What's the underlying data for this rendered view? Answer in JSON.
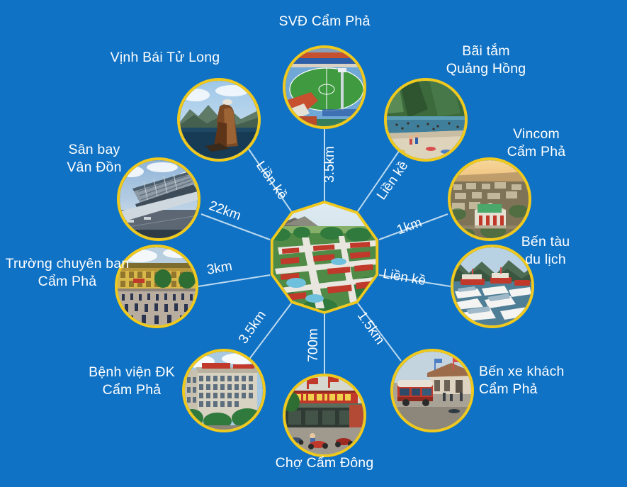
{
  "theme": {
    "background": "#1072C4",
    "ring": "#F0C91E",
    "line": "#BBD9F0",
    "text": "#FFFFFF"
  },
  "center": {
    "name": "central-project",
    "icon": "aerial-masterplan-image",
    "label": ""
  },
  "places": [
    {
      "id": "svd-cam-pha",
      "label": "SVĐ Cẩm Phả",
      "distance": "3.5km",
      "icon": "stadium-photo"
    },
    {
      "id": "vinh-bai-tu-long",
      "label": "Vịnh Bái Tử Long",
      "distance": "Liền kề",
      "icon": "bay-rock-photo"
    },
    {
      "id": "bai-tam-quang-hong",
      "label": "Bãi tắm\nQuảng Hồng",
      "distance": "Liền kề",
      "icon": "beach-photo"
    },
    {
      "id": "vincom-cam-pha",
      "label": "Vincom\nCẩm Phả",
      "distance": "1km",
      "icon": "shopping-mall-aerial-photo"
    },
    {
      "id": "san-bay-van-don",
      "label": "Sân bay\nVân Đồn",
      "distance": "22km",
      "icon": "airport-terminal-photo"
    },
    {
      "id": "ben-tau-du-lich",
      "label": "Bến tàu\ndu lịch",
      "distance": "Liền kề",
      "icon": "boat-harbour-photo"
    },
    {
      "id": "truong-chuyen-ban-cam-pha",
      "label": "Trường chuyên ban\nCẩm Phả",
      "distance": "3km",
      "icon": "school-yard-photo"
    },
    {
      "id": "ben-xe-khach-cam-pha",
      "label": "Bến xe khách\nCẩm Phả",
      "distance": "1.5km",
      "icon": "bus-station-photo"
    },
    {
      "id": "benh-vien-dk-cam-pha",
      "label": "Bệnh viện ĐK\nCẩm Phả",
      "distance": "3.5km",
      "icon": "hospital-building-photo"
    },
    {
      "id": "cho-cam-dong",
      "label": "Chợ Cẩm Đông",
      "distance": "700m",
      "icon": "market-photo"
    }
  ]
}
